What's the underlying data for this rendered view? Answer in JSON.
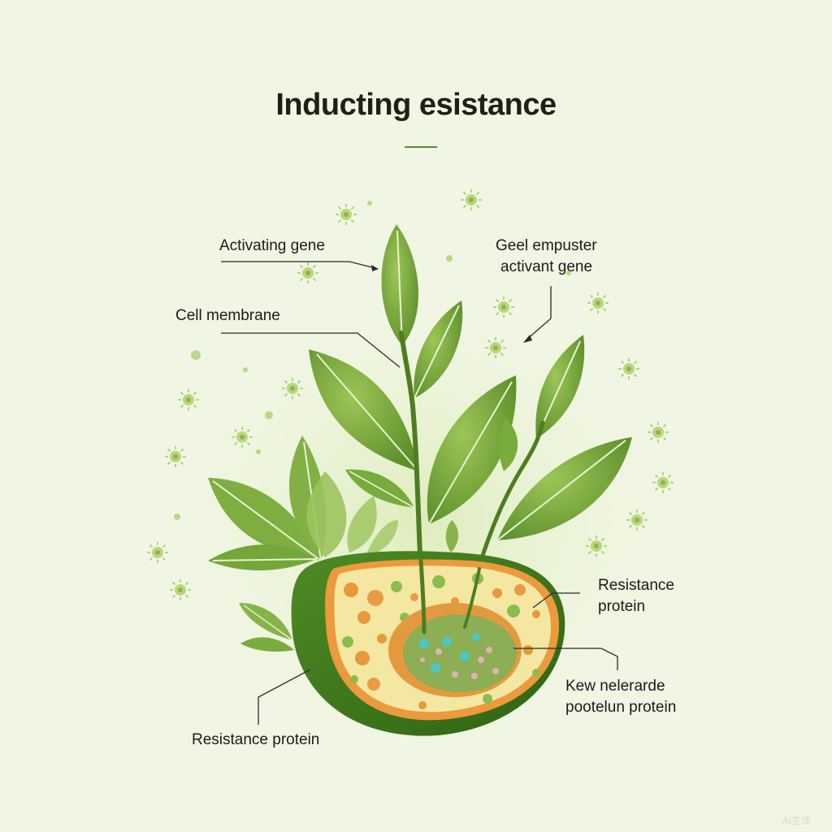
{
  "title": "Inducting esistance",
  "labels": {
    "activating_gene": "Activating gene",
    "cell_membrane": "Cell membrane",
    "gene_emputer_line1": "Geel empuster",
    "gene_emputer_line2": "activant gene",
    "resistance_protein_right_line1": "Resistance",
    "resistance_protein_right_line2": "protein",
    "kew_line1": "Kew nelerarde",
    "kew_line2": "pootelun protein",
    "resistance_protein_bottom": "Resistance protein"
  },
  "watermark": "AI生成",
  "colors": {
    "background": "#f1f6e4",
    "leaf": "#7aab3d",
    "leaf_dark": "#5b8a2a",
    "stem": "#4e7d22",
    "cell_outer": "#3f7a1e",
    "cytoplasm": "#f4e7a1",
    "nucleus": "#8cae54",
    "organelle_orange": "#e69a3b"
  }
}
